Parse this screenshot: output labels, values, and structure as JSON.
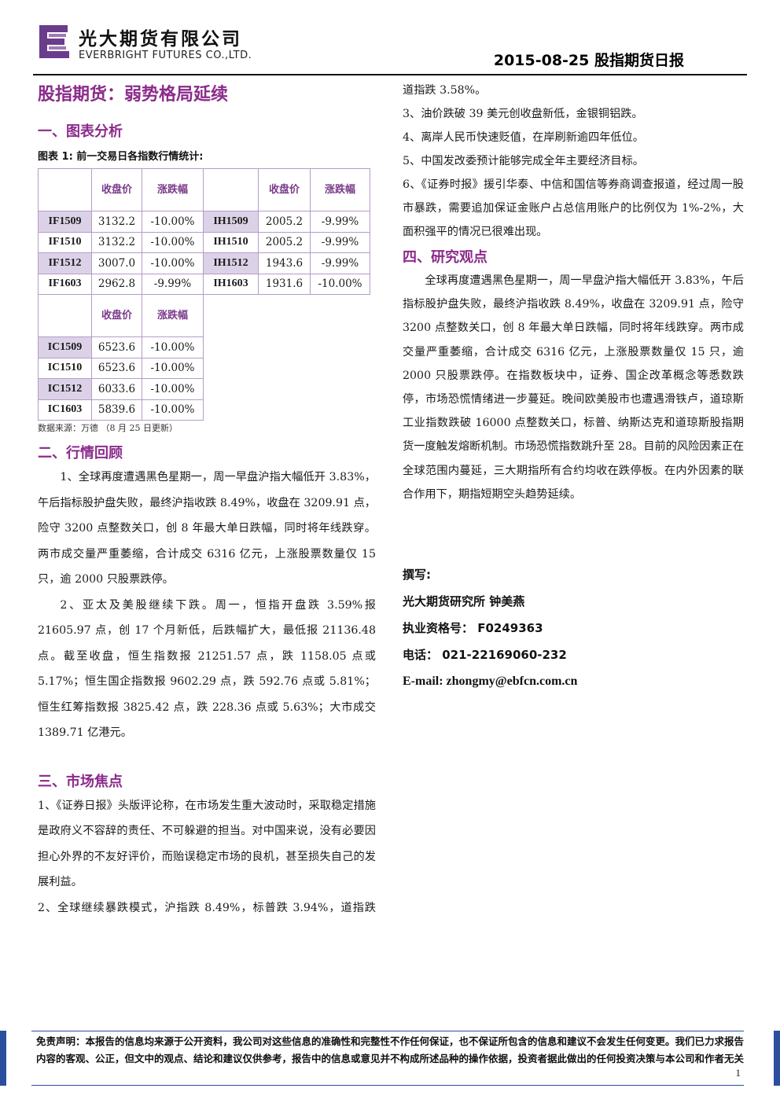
{
  "header": {
    "company_cn": "光大期货有限公司",
    "company_en": "EVERBRIGHT FUTURES CO.,LTD.",
    "report_date_title": "2015-08-25 股指期货日报"
  },
  "title": "股指期货：弱势格局延续",
  "section1": {
    "heading": "一、图表分析",
    "caption": "图表 1:  前一交易日各指数行情统计:",
    "col_close": "收盘价",
    "col_change": "涨跌幅",
    "rows_if": [
      {
        "code": "IF1509",
        "close": "3132.2",
        "change": "-10.00%"
      },
      {
        "code": "IF1510",
        "close": "3132.2",
        "change": "-10.00%"
      },
      {
        "code": "IF1512",
        "close": "3007.0",
        "change": "-10.00%"
      },
      {
        "code": "IF1603",
        "close": "2962.8",
        "change": "-9.99%"
      }
    ],
    "rows_ih": [
      {
        "code": "IH1509",
        "close": "2005.2",
        "change": "-9.99%"
      },
      {
        "code": "IH1510",
        "close": "2005.2",
        "change": "-9.99%"
      },
      {
        "code": "IH1512",
        "close": "1943.6",
        "change": "-9.99%"
      },
      {
        "code": "IH1603",
        "close": "1931.6",
        "change": "-10.00%"
      }
    ],
    "rows_ic": [
      {
        "code": "IC1509",
        "close": "6523.6",
        "change": "-10.00%"
      },
      {
        "code": "IC1510",
        "close": "6523.6",
        "change": "-10.00%"
      },
      {
        "code": "IC1512",
        "close": "6033.6",
        "change": "-10.00%"
      },
      {
        "code": "IC1603",
        "close": "5839.6",
        "change": "-10.00%"
      }
    ],
    "source": "数据来源：万德  （8 月 25 日更新）"
  },
  "section2": {
    "heading": "二、行情回顾",
    "p1": "1、全球再度遭遇黑色星期一，周一早盘沪指大幅低开 3.83%，午后指标股护盘失败，最终沪指收跌 8.49%，收盘在 3209.91 点，险守 3200 点整数关口，创 8 年最大单日跌幅，同时将年线跌穿。两市成交量严重萎缩，合计成交 6316 亿元，上涨股票数量仅 15 只，逾 2000 只股票跌停。",
    "p2": "2、亚太及美股继续下跌。周一，恒指开盘跌 3.59%报 21605.97 点，创 17 个月新低，后跌幅扩大，最低报 21136.48 点。截至收盘，恒生指数报 21251.57 点，跌 1158.05 点或 5.17%；恒生国企指数报 9602.29 点，跌 592.76 点或 5.81%；恒生红筹指数报 3825.42 点，跌 228.36 点或 5.63%；大市成交 1389.71 亿港元。"
  },
  "section3": {
    "heading": "三、市场焦点",
    "p1": "1、《证券日报》头版评论称，在市场发生重大波动时，采取稳定措施是政府义不容辞的责任、不可躲避的担当。对中国来说，没有必要因担心外界的不友好评价，而贻误稳定市场的良机，甚至损失自己的发展利益。",
    "p2": "2、全球继续暴跌模式，沪指跌 8.49%，标普跌 3.94%，道指跌 3.58%。",
    "p3": "3、油价跌破 39 美元创收盘新低，金银铜铝跌。",
    "p4": "4、离岸人民币快速贬值，在岸刷新逾四年低位。",
    "p5": "5、中国发改委预计能够完成全年主要经济目标。",
    "p6": "6、《证券时报》援引华泰、中信和国信等券商调查报道，经过周一股市暴跌，需要追加保证金账户占总信用账户的比例仅为 1%-2%，大面积强平的情况已很难出现。"
  },
  "section4": {
    "heading": "四、研究观点",
    "p1": "全球再度遭遇黑色星期一，周一早盘沪指大幅低开 3.83%，午后指标股护盘失败，最终沪指收跌 8.49%，收盘在 3209.91 点，险守 3200 点整数关口，创 8 年最大单日跌幅，同时将年线跌穿。两市成交量严重萎缩，合计成交 6316 亿元，上涨股票数量仅 15 只，逾 2000 只股票跌停。在指数板块中，证券、国企改革概念等悉数跌停，市场恐慌情绪进一步蔓延。晚间欧美股市也遭遇滑铁卢，道琼斯工业指数跌破 16000 点整数关口，标普、纳斯达克和道琼斯股指期货一度触发熔断机制。市场恐慌指数跳升至  28。目前的风险因素正在全球范围内蔓延，三大期指所有合约均收在跌停板。在内外因素的联合作用下，期指短期空头趋势延续。"
  },
  "author": {
    "label": "撰写:",
    "name": "光大期货研究所  钟美燕",
    "license": "执业资格号：  F0249363",
    "phone": "电话：  021-22169060-232",
    "email": "E-mail: zhongmy@ebfcn.com.cn"
  },
  "footer": {
    "disclaimer": "免责声明：本报告的信息均来源于公开资料，我公司对这些信息的准确性和完整性不作任何保证，也不保证所包含的信息和建议不会发生任何变更。我们已力求报告内容的客观、公正，但文中的观点、结论和建议仅供参考，报告中的信息或意见并不构成所述品种的操作依据，投资者据此做出的任何投资决策与本公司和作者无关",
    "page_number": "1"
  },
  "colors": {
    "heading": "#8b2b8b",
    "table_border": "#b59cc7",
    "table_shade": "#dcd2e8",
    "footer_rule": "#2a4f9f"
  }
}
